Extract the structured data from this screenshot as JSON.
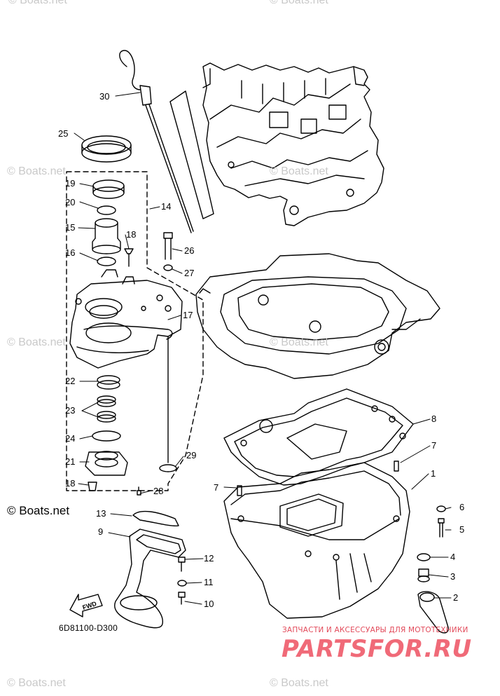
{
  "diagram": {
    "part_code": "6D81100-D300",
    "copyright": "© Boats.net",
    "fwd_label": "FWD",
    "watermark": "© Boats.net",
    "watermark_color": "#c9c9c9",
    "brand": {
      "tagline": "ЗАПЧАСТИ И АКСЕССУАРЫ ДЛЯ МОТОТЕХНИКИ",
      "name": "PARTSFOR.RU",
      "color": "#f06a78"
    },
    "callouts": [
      "30",
      "25",
      "19",
      "20",
      "15",
      "18",
      "16",
      "14",
      "26",
      "27",
      "17",
      "22",
      "23",
      "24",
      "21",
      "18",
      "28",
      "29",
      "8",
      "7",
      "7",
      "1",
      "6",
      "5",
      "13",
      "9",
      "12",
      "11",
      "10",
      "4",
      "3",
      "2"
    ]
  }
}
